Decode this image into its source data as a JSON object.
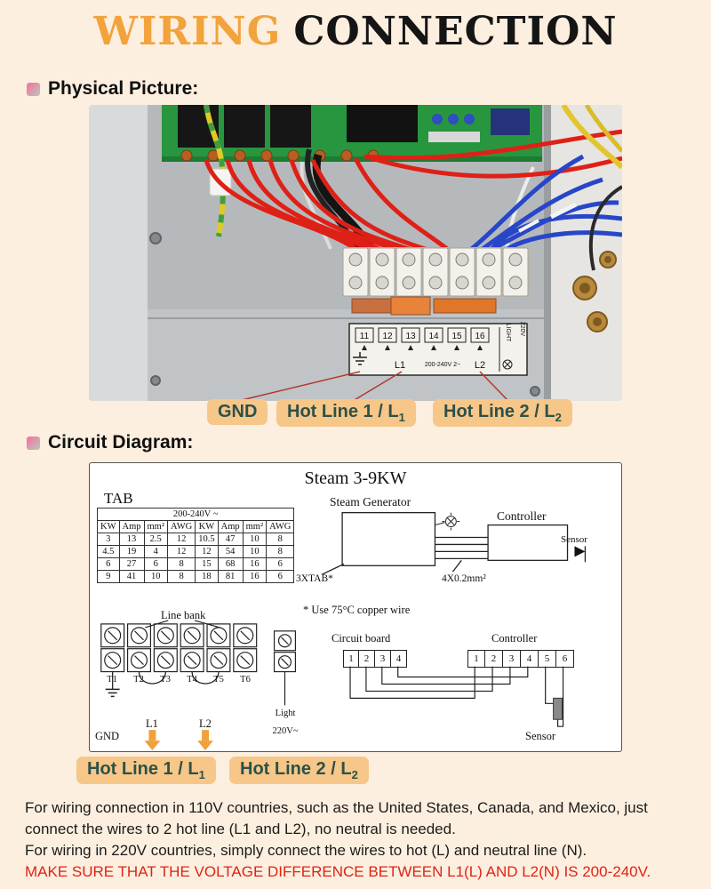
{
  "title": {
    "part1": "WIRING",
    "part2": "CONNECTION"
  },
  "sections": {
    "physical": "Physical Picture:",
    "circuit": "Circuit Diagram:"
  },
  "photo_plate": {
    "numbers": [
      "11",
      "12",
      "13",
      "14",
      "15",
      "16"
    ],
    "l1": "L1",
    "voltage": "200-240V 2~",
    "l2": "L2",
    "light": "LIGHT",
    "v220": "220V"
  },
  "labels": {
    "gnd": "GND",
    "hot1_main": "Hot Line 1 / L",
    "hot1_sub": "1",
    "hot2_main": "Hot Line 2 / L",
    "hot2_sub": "2"
  },
  "diagram": {
    "title": "Steam 3-9KW",
    "tab_label": "TAB",
    "table": {
      "voltage_header": "200-240V ~",
      "columns": [
        "KW",
        "Amp",
        "mm²",
        "AWG",
        "KW",
        "Amp",
        "mm²",
        "AWG"
      ],
      "rows": [
        [
          "3",
          "13",
          "2.5",
          "12",
          "10.5",
          "47",
          "10",
          "8"
        ],
        [
          "4.5",
          "19",
          "4",
          "12",
          "12",
          "54",
          "10",
          "8"
        ],
        [
          "6",
          "27",
          "6",
          "8",
          "15",
          "68",
          "16",
          "6"
        ],
        [
          "9",
          "41",
          "10",
          "8",
          "18",
          "81",
          "16",
          "6"
        ]
      ]
    },
    "steam_generator": "Steam Generator",
    "controller_top": "Controller",
    "sensor_top": "Sensor",
    "tab_note": "3XTAB*",
    "wire_spec": "4X0.2mm²",
    "copper_note": "* Use 75°C copper wire",
    "line_bank": "Line bank",
    "terminals": [
      "T1",
      "T2",
      "T3",
      "T4",
      "T5",
      "T6"
    ],
    "gnd": "GND",
    "l1": "L1",
    "l2": "L2",
    "light": "Light",
    "v220": "220V~",
    "circuit_board": "Circuit board",
    "cb_pins": [
      "1",
      "2",
      "3",
      "4"
    ],
    "controller_bottom": "Controller",
    "ctrl_pins": [
      "1",
      "2",
      "3",
      "4",
      "5",
      "6"
    ],
    "sensor_bottom": "Sensor"
  },
  "footer": {
    "line1": "For wiring connection in 110V countries, such as the United States, Canada, and Mexico, just connect the wires to 2 hot line (L1 and L2), no neutral is needed.",
    "line2": "For wiring in 220V countries, simply connect the wires to hot (L) and neutral line (N).",
    "line3": "MAKE SURE THAT THE VOLTAGE DIFFERENCE BETWEEN L1(L) AND L2(N) IS 200-240V."
  },
  "colors": {
    "accent_orange": "#F2A33C",
    "label_bg": "#F6C789",
    "label_text": "#2D5148",
    "warning_red": "#E02314",
    "pcb_green": "#28963F",
    "wire_red": "#DF2016",
    "wire_blue": "#2746C8"
  }
}
